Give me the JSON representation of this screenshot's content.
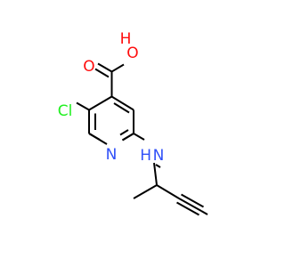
{
  "molecule": {
    "atoms": {
      "hydroxyl_label": "O",
      "hydroxyl_h_label": "H",
      "carbonyl_label": "O",
      "chlorine_label": "Cl",
      "ring_nitrogen_label": "N",
      "amine_nitrogen_label": "N",
      "amine_h_label": "H"
    },
    "colors": {
      "oxygen": "#ff0d0d",
      "nitrogen": "#3050f8",
      "chlorine": "#1ff01f",
      "bond": "#000000"
    }
  }
}
